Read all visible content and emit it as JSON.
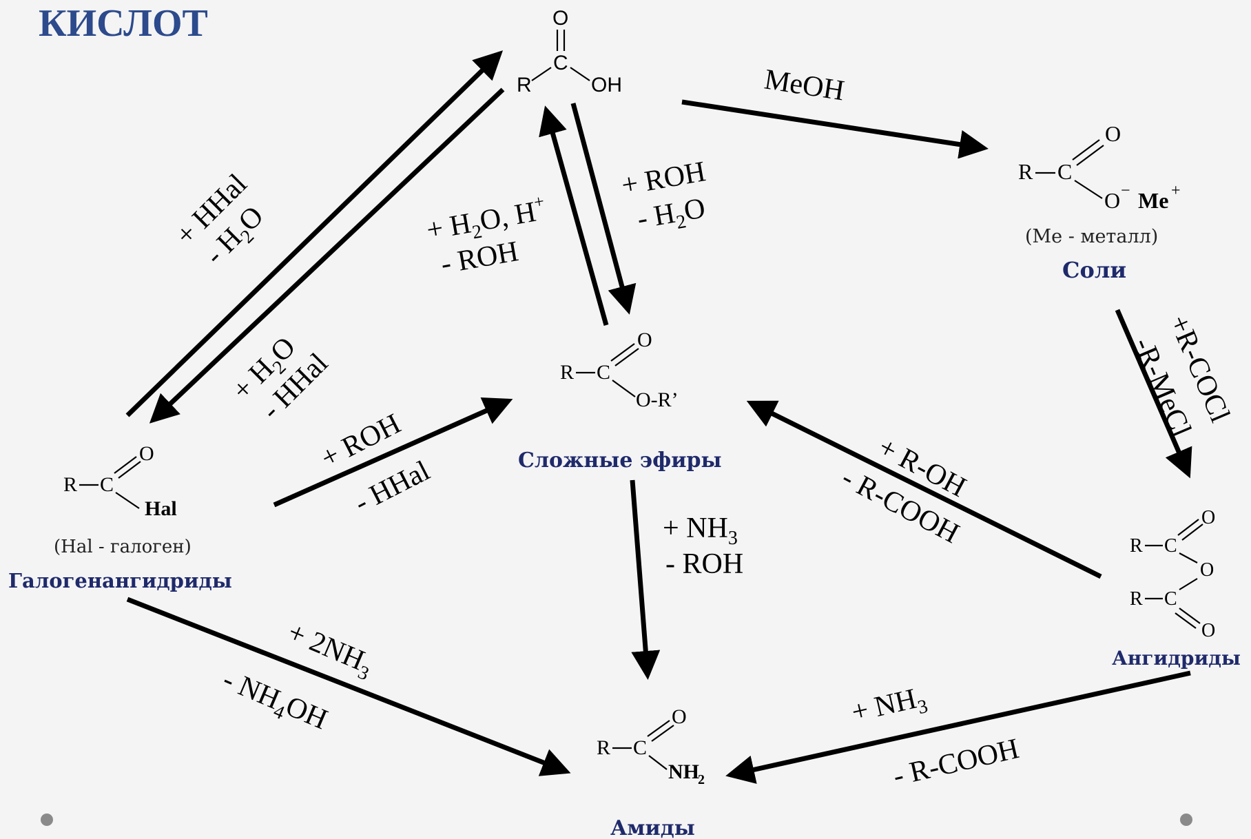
{
  "title": "КИСЛОТ",
  "nodes": {
    "acid": {
      "r": "R",
      "c": "C",
      "o": "O",
      "oh": "OH"
    },
    "salt": {
      "r": "R",
      "c": "C",
      "o": "O",
      "o_minus": "O",
      "charge_minus": "−",
      "me": "Me",
      "charge_plus": "+",
      "note": "(Me - металл)",
      "caption": "Соли"
    },
    "ester": {
      "r": "R",
      "c": "C",
      "o": "O",
      "oester": "O-R’",
      "caption": "Сложные эфиры"
    },
    "acyl_halide": {
      "r": "R",
      "c": "C",
      "o": "O",
      "hal": "Hal",
      "note": "(Hal - галоген)",
      "caption": "Галогенангидриды"
    },
    "anhydride": {
      "r1": "R",
      "c1": "C",
      "o1": "O",
      "obridge": "O",
      "r2": "R",
      "c2": "C",
      "o2": "O",
      "caption": "Ангидриды"
    },
    "amide": {
      "r": "R",
      "c": "C",
      "o": "O",
      "nh2": "NH",
      "sub2": "2",
      "caption": "Амиды"
    }
  },
  "reactions": {
    "acid_to_salt": "MeOH",
    "halide_to_acid": {
      "a1": "+ HHal",
      "a2": "- H",
      "a2sub": "2",
      "a3": "O"
    },
    "acid_to_halide": {
      "a1": "+ H",
      "a1sub": "2",
      "a2": "O",
      "b": "- HHal"
    },
    "ester_to_acid": {
      "a1": "+ H",
      "a1sub": "2",
      "a2": "O, H",
      "a2sup": "+",
      "b": "- ROH"
    },
    "acid_to_ester": {
      "a": "+ ROH",
      "b1": "- H",
      "b1sub": "2",
      "b2": "O"
    },
    "salt_to_anhydride": {
      "a": "+R-COCl",
      "b": "-R-MeCl"
    },
    "halide_to_ester": {
      "a": "+ ROH",
      "b": "- HHal"
    },
    "anhydride_to_ester": {
      "a": "+ R-OH",
      "b": "- R-COOH"
    },
    "ester_to_amide": {
      "a1": "+ NH",
      "a1sub": "3",
      "b": "- ROH"
    },
    "halide_to_amide": {
      "a1": "+ 2NH",
      "a1sub": "3",
      "b1": "- NH",
      "b1sub": "4",
      "b2": "OH"
    },
    "anhydride_to_amide": {
      "a1": "+ NH",
      "a1sub": "3",
      "b": "- R-COOH"
    }
  },
  "colors": {
    "title": "#2c4a8c",
    "caption": "#1f2a6b",
    "background": "#f4f4f5"
  }
}
